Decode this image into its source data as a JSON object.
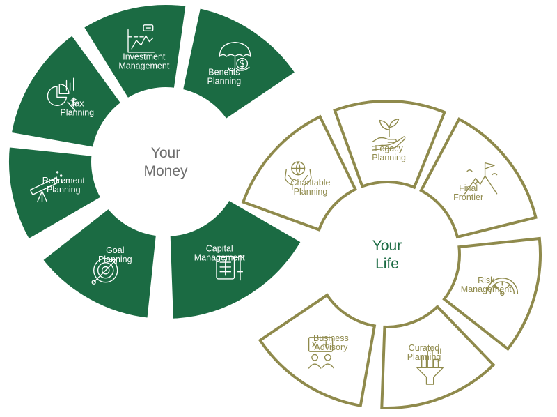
{
  "colors": {
    "money_fill": "#1b6b43",
    "money_text": "#ffffff",
    "money_center_text": "#6d6d6d",
    "life_stroke": "#8f8a4c",
    "life_fill": "#ffffff",
    "life_text": "#8f8a4c",
    "life_center_text": "#1b6b43"
  },
  "money": {
    "center": [
      "Your",
      "Money"
    ],
    "segments": [
      {
        "lines": [
          "Investment",
          "Management"
        ],
        "icon": "line-chart-icon"
      },
      {
        "lines": [
          "Benefits",
          "Planning"
        ],
        "icon": "umbrella-dollar-icon"
      },
      {
        "lines": [
          "Tax",
          "Planning"
        ],
        "icon": "pie-chart-dollar-icon"
      },
      {
        "lines": [
          "Retirement",
          "Planning"
        ],
        "icon": "telescope-icon"
      },
      {
        "lines": [
          "Goal",
          "Planning"
        ],
        "icon": "target-arrow-icon"
      },
      {
        "lines": [
          "Capital",
          "Management"
        ],
        "icon": "spreadsheet-icon"
      }
    ]
  },
  "life": {
    "center": [
      "Your",
      "Life"
    ],
    "segments": [
      {
        "lines": [
          "Charitable",
          "Planning"
        ],
        "icon": "hands-globe-icon"
      },
      {
        "lines": [
          "Legacy",
          "Planning"
        ],
        "icon": "hand-plant-icon"
      },
      {
        "lines": [
          "Final",
          "Frontier"
        ],
        "icon": "mountain-flag-icon"
      },
      {
        "lines": [
          "Risk",
          "Management"
        ],
        "icon": "gauge-icon"
      },
      {
        "lines": [
          "Curated",
          "Planning"
        ],
        "icon": "funnel-icon"
      },
      {
        "lines": [
          "Business",
          "Advisory"
        ],
        "icon": "team-board-icon"
      }
    ]
  }
}
